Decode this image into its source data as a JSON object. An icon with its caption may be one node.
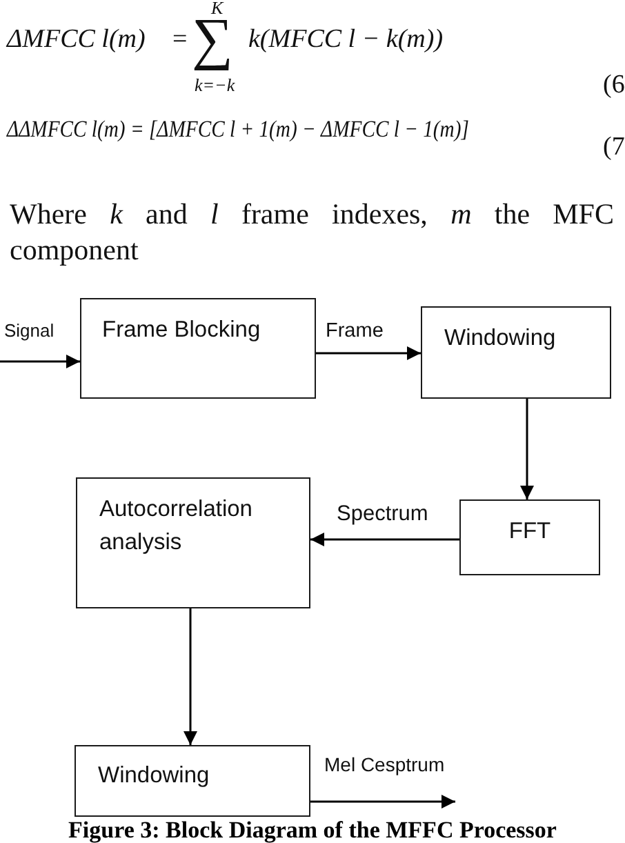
{
  "diagram": {
    "caption": "Figure 3: Block Diagram of the MFFC Processor",
    "nodes": [
      {
        "text": [
          "Frame Blocking"
        ]
      },
      {
        "text": [
          "Windowing"
        ]
      },
      {
        "text": [
          "Autocorrelation analysis"
        ]
      },
      {
        "text": [
          "FFT"
        ]
      },
      {
        "text": [
          "Windowing"
        ]
      }
    ],
    "edges": [
      {
        "from": null,
        "to": 0,
        "arrow": "to",
        "label": "Signal"
      },
      {
        "from": 0,
        "to": 1,
        "arrow": "to",
        "label": "Frame"
      },
      {
        "from": 1,
        "to": 3,
        "arrow": "to"
      },
      {
        "from": 3,
        "to": 2,
        "arrow": "to",
        "label": "Spectrum"
      },
      {
        "from": 2,
        "to": 4,
        "arrow": "to"
      },
      {
        "from": 4,
        "to": null,
        "arrow": "to",
        "label": "Mel Cesptrum"
      }
    ],
    "labels": [
      "K",
      "ΔMFCC l(m)",
      "=",
      "∑",
      "k(MFCC l − k(m))",
      "k=−k",
      "(6",
      "ΔΔMFCC l(m) = [ΔMFCC l + 1(m) − ΔMFCC l − 1(m)]",
      "(7",
      "Where *k* and *l* frame indexes, *m* the MFC component"
    ]
  }
}
